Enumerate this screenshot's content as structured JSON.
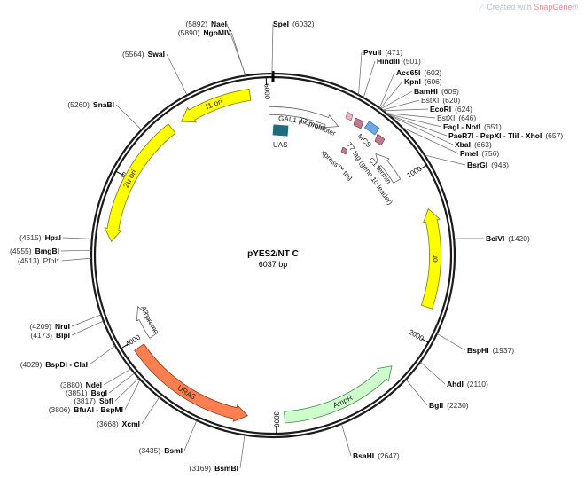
{
  "credit": {
    "prefix": "Created with",
    "brand": "SnapGene",
    "mark": "®"
  },
  "plasmid": {
    "name": "pYES2/NT C",
    "size_label": "6037 bp",
    "length": 6037
  },
  "ticks": [
    {
      "bp": 1000,
      "label": "1000"
    },
    {
      "bp": 2000,
      "label": "2000"
    },
    {
      "bp": 3000,
      "label": "3000"
    },
    {
      "bp": 4000,
      "label": "4000"
    },
    {
      "bp": 5000,
      "label": "5000"
    },
    {
      "bp": 6000,
      "label": "6000"
    }
  ],
  "features": [
    {
      "label": "f1 ori",
      "start": 5460,
      "end": 5900,
      "dir": "ccw",
      "color": "#ffff00",
      "stroke": "#7a7a00"
    },
    {
      "label": "2μ ori",
      "start": 4610,
      "end": 5390,
      "dir": "ccw",
      "color": "#ffff00",
      "stroke": "#7a7a00"
    },
    {
      "label": "ori",
      "start": 1230,
      "end": 1820,
      "dir": "ccw",
      "color": "#ffff00",
      "stroke": "#7a7a00"
    },
    {
      "label": "AmpR",
      "start": 2230,
      "end": 2950,
      "dir": "ccw",
      "color": "#ccffcc",
      "stroke": "#4a8a4a"
    },
    {
      "label": "URA3",
      "start": 3170,
      "end": 3950,
      "dir": "ccw",
      "color": "#ff7f50",
      "stroke": "#8a3a1a"
    }
  ],
  "inner_features": [
    {
      "label": "GAL1 promoter",
      "start": 6010,
      "end": 450,
      "dir": "cw"
    },
    {
      "label": "CYC1 terminator",
      "start": 760,
      "end": 990,
      "dir": "ccw"
    },
    {
      "label": "URA3 promoter",
      "start": 3960,
      "end": 4180,
      "dir": "cw"
    }
  ],
  "small_labels": [
    {
      "text": "UAS"
    },
    {
      "text": "T7 promoter"
    },
    {
      "text": "MCS"
    },
    {
      "text": "T7 tag (gene 10 leader)"
    },
    {
      "text": "Xpress™ tag"
    }
  ],
  "enzymes": [
    {
      "name": "SpeI",
      "pos": "(6032)"
    },
    {
      "name": "NaeI",
      "pos": "(5892)"
    },
    {
      "name": "NgoMIV",
      "pos": "(5890)"
    },
    {
      "name": "SwaI",
      "pos": "(5564)"
    },
    {
      "name": "SnaBI",
      "pos": "(5260)"
    },
    {
      "name": "HpaI",
      "pos": "(4615)"
    },
    {
      "name": "BmgBI",
      "pos": "(4555)"
    },
    {
      "name": "PfoI*",
      "pos": "(4513)"
    },
    {
      "name": "NruI",
      "pos": "(4209)"
    },
    {
      "name": "BlpI",
      "pos": "(4173)"
    },
    {
      "name": "BspDI - ClaI",
      "pos": "(4029)"
    },
    {
      "name": "NdeI",
      "pos": "(3880)"
    },
    {
      "name": "BsgI",
      "pos": "(3851)"
    },
    {
      "name": "SbfI",
      "pos": "(3817)"
    },
    {
      "name": "BfuAI - BspMI",
      "pos": "(3806)"
    },
    {
      "name": "XcmI",
      "pos": "(3668)"
    },
    {
      "name": "BsmI",
      "pos": "(3435)"
    },
    {
      "name": "BsmBI",
      "pos": "(3169)"
    },
    {
      "name": "PvuII",
      "pos": "(471)"
    },
    {
      "name": "HindIII",
      "pos": "(501)"
    },
    {
      "name": "Acc65I",
      "pos": "(602)"
    },
    {
      "name": "KpnI",
      "pos": "(606)"
    },
    {
      "name": "BamHI",
      "pos": "(609)"
    },
    {
      "name": "BstXI",
      "pos": "(620)"
    },
    {
      "name": "EcoRI",
      "pos": "(624)"
    },
    {
      "name": "BstXI",
      "pos": "(646)"
    },
    {
      "name": "EagI - NotI",
      "pos": "(651)"
    },
    {
      "name": "PaeR7I - PspXI - TliI - XhoI",
      "pos": "(657)"
    },
    {
      "name": "XbaI",
      "pos": "(663)"
    },
    {
      "name": "PmeI",
      "pos": "(756)"
    },
    {
      "name": "BsrGI",
      "pos": "(948)"
    },
    {
      "name": "BciVI",
      "pos": "(1420)"
    },
    {
      "name": "BspHI",
      "pos": "(1937)"
    },
    {
      "name": "AhdI",
      "pos": "(2110)"
    },
    {
      "name": "BglI",
      "pos": "(2230)"
    },
    {
      "name": "BsaHI",
      "pos": "(2647)"
    }
  ]
}
